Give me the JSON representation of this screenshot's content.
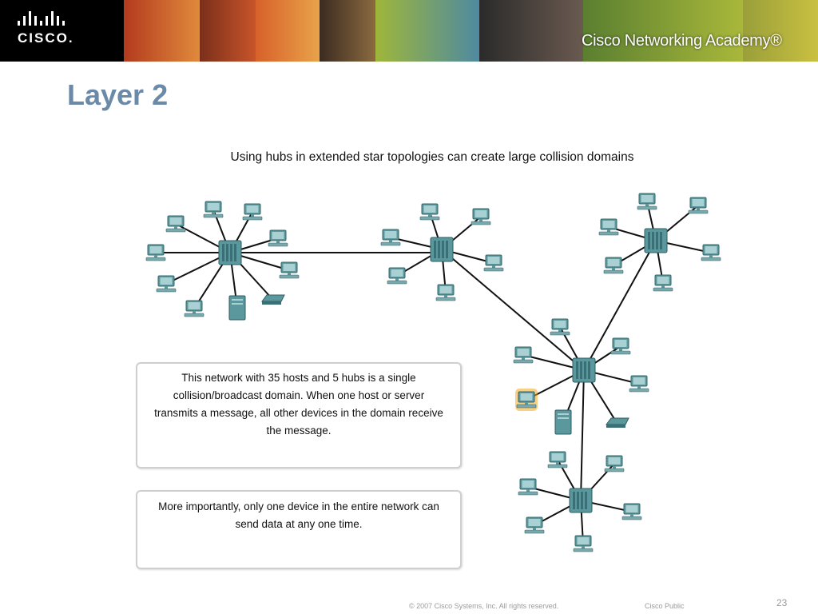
{
  "header": {
    "logo_text": "CISCO.",
    "academy_text": "Cisco Networking Academy®"
  },
  "slide": {
    "title": "Layer 2"
  },
  "diagram": {
    "caption": "Using hubs in extended star topologies can create large collision domains"
  },
  "notes": {
    "box1_text": "This network with 35 hosts and 5 hubs is a single collision/broadcast domain. When one host or server transmits a message, all other devices in the domain receive the message.",
    "box2_text": "More importantly, only one device in the entire network can send data at any one time."
  },
  "footer": {
    "copyright": "© 2007 Cisco Systems, Inc. All rights reserved.",
    "classification": "Cisco Public",
    "page_number": "23"
  },
  "colors": {
    "title": "#6b8aa8",
    "device": "#4f8f94",
    "highlight": "#f2a81d"
  }
}
